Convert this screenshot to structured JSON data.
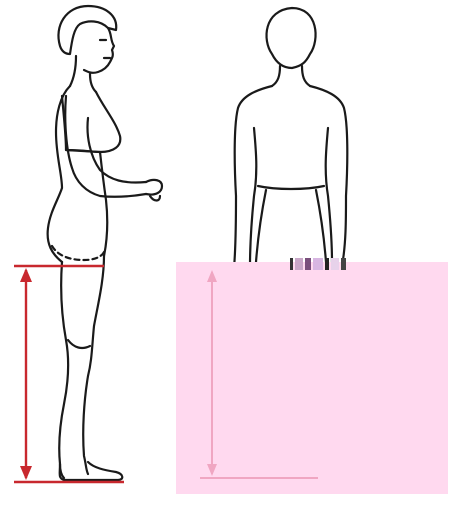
{
  "figure": {
    "left_view": "side",
    "right_view": "back"
  },
  "colors": {
    "outline": "#1a1a1a",
    "measure_line": "#c8282e",
    "overlay": "#ffd9ef",
    "faded_measure_line": "#f0a6c2"
  },
  "icons": {
    "measure_arrow": "double-headed-arrow"
  }
}
